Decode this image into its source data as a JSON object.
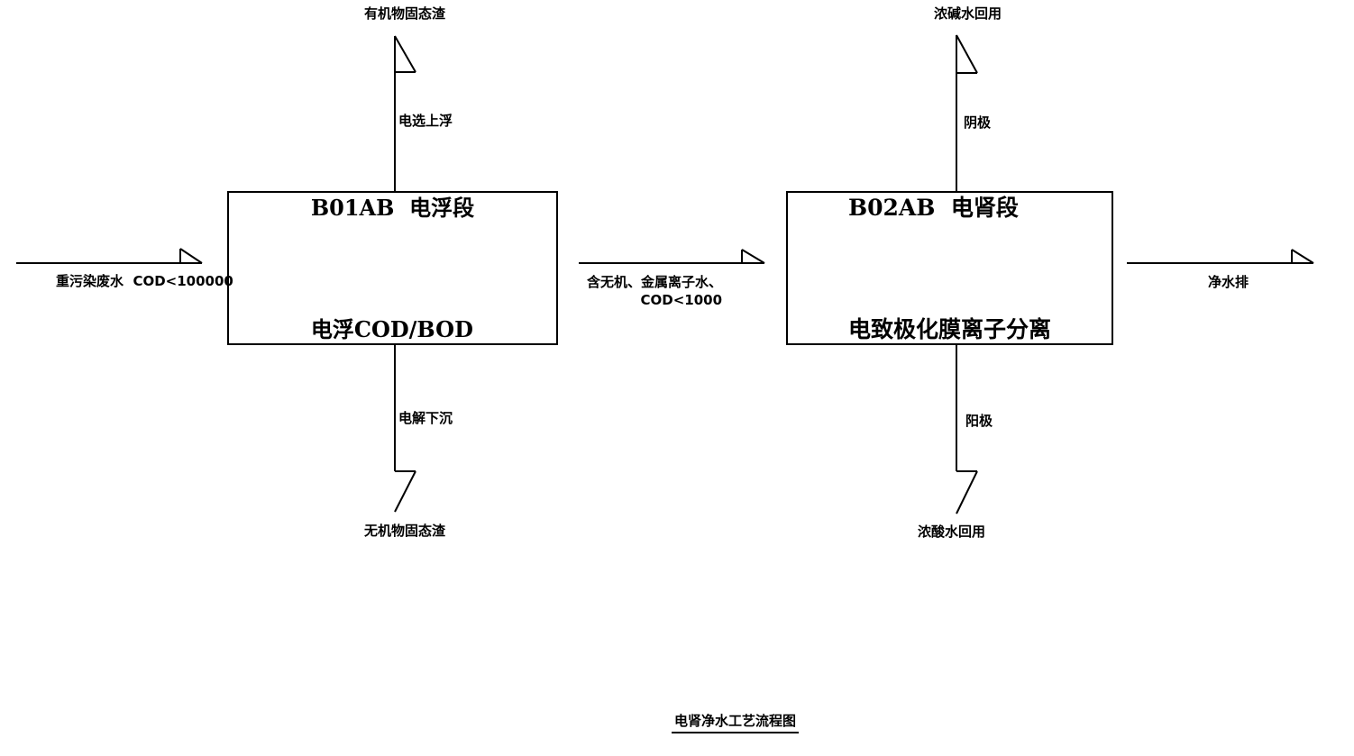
{
  "diagram": {
    "title": "电肾净水工艺流程图",
    "colors": {
      "ink": "#000000",
      "background": "#ffffff"
    },
    "stages": [
      {
        "code_line": "B01AB  电浮段",
        "function_line": "电浮COD/BOD"
      },
      {
        "code_line": "B02AB  电肾段",
        "function_line": "电致极化膜离子分离"
      }
    ],
    "streams": {
      "inlet": "重污染废水  COD<100000",
      "intermediate_line1": "含无机、金属离子水、",
      "intermediate_line2": "COD<1000",
      "outlet": "净水排",
      "organic_residue": "有机物固态渣",
      "electro_float_up": "电选上浮",
      "electrolytic_settle": "电解下沉",
      "inorganic_residue": "无机物固态渣",
      "alkaline_water_reuse": "浓碱水回用",
      "cathode": "阴极",
      "anode": "阳极",
      "acid_water_reuse": "浓酸水回用"
    }
  }
}
